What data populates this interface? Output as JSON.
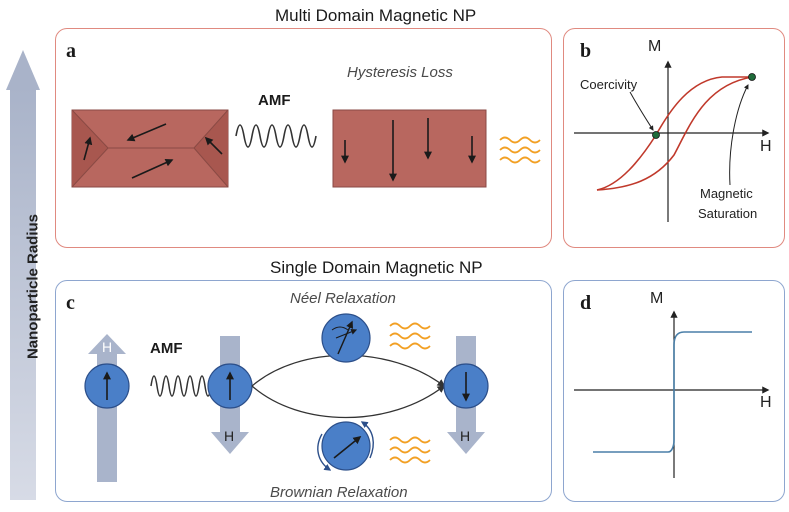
{
  "side_axis": {
    "label": "Nanoparticle Radius"
  },
  "top_section": {
    "title": "Multi Domain Magnetic NP",
    "panel_a": {
      "letter": "a",
      "amf_label": "AMF",
      "loss_label": "Hysteresis Loss"
    },
    "panel_b": {
      "letter": "b",
      "y_axis": "M",
      "x_axis": "H",
      "coercivity_label": "Coercivity",
      "saturation_label_1": "Magnetic",
      "saturation_label_2": "Saturation"
    }
  },
  "bottom_section": {
    "title": "Single Domain Magnetic NP",
    "panel_c": {
      "letter": "c",
      "amf_label": "AMF",
      "field_label": "H",
      "neel_label": "Néel Relaxation",
      "brownian_label": "Brownian Relaxation"
    },
    "panel_d": {
      "letter": "d",
      "y_axis": "M",
      "x_axis": "H"
    }
  },
  "colors": {
    "red_border": "#e08a80",
    "blue_border": "#8ea6cf",
    "domain_fill": "#b8675f",
    "particle_fill": "#4a7fc8",
    "heat_orange": "#f2a024",
    "arrow_gray": "#a9b4cb"
  }
}
